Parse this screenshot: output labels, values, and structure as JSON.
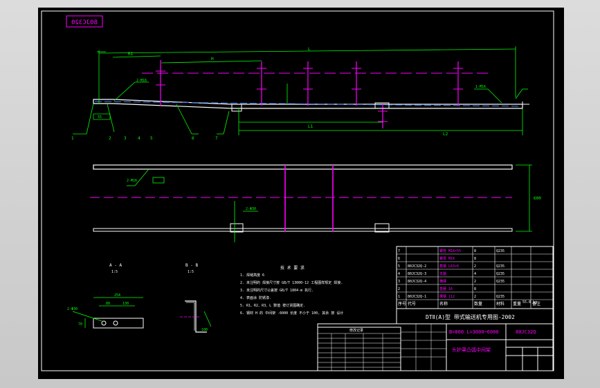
{
  "drawing": {
    "stamp": "80JC320",
    "title_product": "DTⅡ(A)型 带式输送机专用图-2002",
    "title_range": "B=800 L=3000~6000",
    "drawing_code": "80JC32Q",
    "drawing_name": "头护罩凸弧中间架",
    "tech_req_title": "技 术 要 求",
    "tech_req_lines": [
      "1. 焊缝高度 6",
      "2. 未注明的 焊接尺寸按 GB/T 13000-12 工程图样规定 焊接.",
      "3. 未注明的尺寸公差按 GB/T 1804-m 执行.",
      "4. 表面涂 防锈漆.",
      "5. R1、R2、R3、L 数值 按订货图确定.",
      "6. 钢材 H 的 中间架 -6000 长度 不小于 100, 其余 按 设计"
    ],
    "section_a": "A - A",
    "section_a_scale": "1:5",
    "section_b": "B - B",
    "section_b_scale": "1:5",
    "dims": {
      "total": "L",
      "left_part": "R1",
      "middle": "H",
      "lower": "L1",
      "lower2": "L2",
      "height": "600",
      "d1": "55",
      "slot": "2-Φ30",
      "w1": "254",
      "w2": "80",
      "w3": "130",
      "w4": "70",
      "angle": "2-M16",
      "side_h": "100",
      "bend": "1-M16"
    },
    "callouts": [
      "1",
      "2",
      "3",
      "4",
      "5",
      "6",
      "7"
    ],
    "bom_header": [
      "序号",
      "代号",
      "名称",
      "数量",
      "材料",
      "重量",
      "备注"
    ],
    "bom_rows": [
      [
        "7",
        "",
        "螺栓 M16×55",
        "8",
        "Q235",
        "",
        ""
      ],
      [
        "6",
        "",
        "螺母 M16",
        "8",
        "",
        "",
        ""
      ],
      [
        "5",
        "80JC32Q-2",
        "角钢 L63×6",
        "2",
        "Q235",
        "",
        ""
      ],
      [
        "4",
        "80JC32Q-3",
        "支腿",
        "4",
        "Q235",
        "",
        ""
      ],
      [
        "3",
        "80JC32Q-4",
        "横撑",
        "2",
        "Q235",
        "",
        ""
      ],
      [
        "2",
        "",
        "垫圈 16",
        "8",
        "",
        "",
        ""
      ],
      [
        "1",
        "80JC32Q-1",
        "槽钢 [12",
        "2",
        "Q235",
        "",
        ""
      ]
    ],
    "weight": "55.8 kg",
    "revision_box_title": "修改记录"
  }
}
